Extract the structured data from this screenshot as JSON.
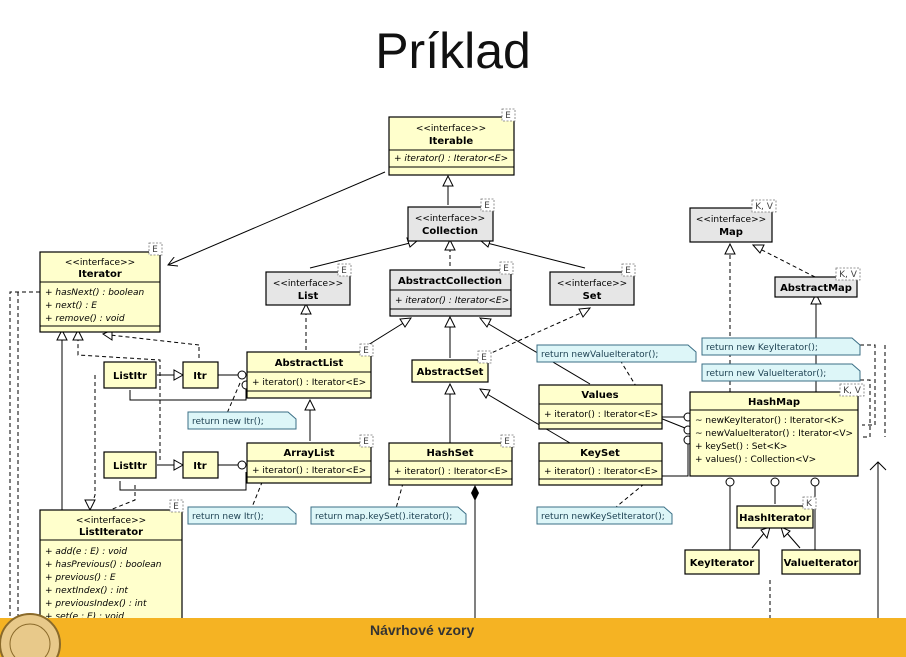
{
  "title": "Príklad",
  "footer_text": "Návrhové vzory",
  "colors": {
    "class_fill": "#ffffcc",
    "interface_fill": "#e6e6e6",
    "note_fill": "#ddf6f8",
    "footer": "#f5b323"
  },
  "boxes": {
    "iterable": {
      "stereo": "<<interface>>",
      "name": "Iterable",
      "tp": "E",
      "members": [
        "+ iterator() : Iterator<E>"
      ]
    },
    "collection": {
      "stereo": "<<interface>>",
      "name": "Collection",
      "tp": "E"
    },
    "list": {
      "stereo": "<<interface>>",
      "name": "List",
      "tp": "E"
    },
    "set": {
      "stereo": "<<interface>>",
      "name": "Set",
      "tp": "E"
    },
    "map": {
      "stereo": "<<interface>>",
      "name": "Map",
      "tp": "K, V"
    },
    "abstract_collection": {
      "name": "AbstractCollection",
      "tp": "E",
      "members": [
        "+ iterator() : Iterator<E>"
      ]
    },
    "abstract_map": {
      "name": "AbstractMap",
      "tp": "K, V"
    },
    "iterator": {
      "stereo": "<<interface>>",
      "name": "Iterator",
      "tp": "E",
      "members": [
        "+ hasNext() : boolean",
        "+ next() : E",
        "+ remove() : void"
      ]
    },
    "abstract_list": {
      "name": "AbstractList",
      "tp": "E",
      "members": [
        "+ iterator() : Iterator<E>"
      ]
    },
    "abstract_set": {
      "name": "AbstractSet",
      "tp": "E"
    },
    "listitr1": {
      "name": "ListItr"
    },
    "itr1": {
      "name": "Itr"
    },
    "listitr2": {
      "name": "ListItr"
    },
    "itr2": {
      "name": "Itr"
    },
    "array_list": {
      "name": "ArrayList",
      "tp": "E",
      "members": [
        "+ iterator() : Iterator<E>"
      ]
    },
    "hash_set": {
      "name": "HashSet",
      "tp": "E",
      "members": [
        "+ iterator() : Iterator<E>"
      ]
    },
    "values": {
      "name": "Values",
      "members": [
        "+ iterator() : Iterator<E>"
      ]
    },
    "key_set": {
      "name": "KeySet",
      "members": [
        "+ iterator() : Iterator<E>"
      ]
    },
    "hash_map": {
      "name": "HashMap",
      "tp": "K, V",
      "members": [
        "~ newKeyIterator() : Iterator<K>",
        "~ newValueIterator() : Iterator<V>",
        "+ keySet() : Set<K>",
        "+ values() : Collection<V>"
      ]
    },
    "hash_iterator": {
      "name": "HashIterator",
      "tp": "K"
    },
    "key_iterator": {
      "name": "KeyIterator"
    },
    "value_iterator": {
      "name": "ValueIterator"
    },
    "list_iterator": {
      "stereo": "<<interface>>",
      "name": "ListIterator",
      "tp": "E",
      "members": [
        "+ add(e : E) : void",
        "+ hasPrevious() : boolean",
        "+ previous() : E",
        "+ nextIndex() : int",
        "+ previousIndex() : int",
        "+ set(e : E) : void"
      ]
    }
  },
  "notes": {
    "new_value_iterator": "return newValueIterator();",
    "new_key_iterator_right": "return new KeyIterator();",
    "new_value_iterator_right": "return new ValueIterator();",
    "new_itr_1": "return new Itr();",
    "new_itr_2": "return new Itr();",
    "map_keyset_iterator": "return map.keySet().iterator();",
    "new_keyset_iterator": "return newKeySetIterator();"
  }
}
